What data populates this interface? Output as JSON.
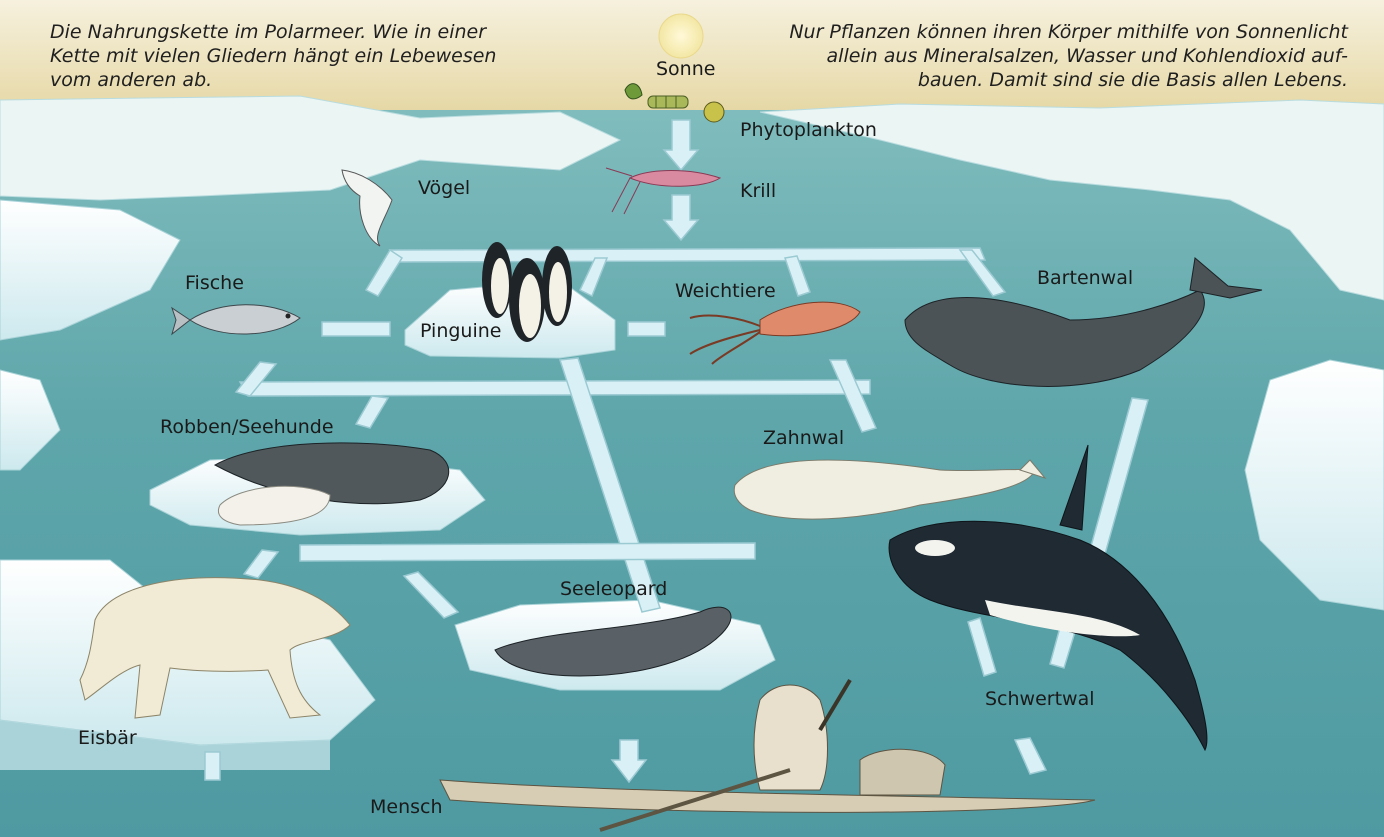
{
  "caption_left": {
    "line1": "Die Nahrungskette im Polarmeer. Wie in einer",
    "line2": "Kette mit vielen Gliedern hängt ein Lebewesen",
    "line3": "vom anderen ab."
  },
  "caption_right": {
    "line1": "Nur Pflanzen können ihren Körper mithilfe von Sonnenlicht",
    "line2": "allein aus Mineralsalzen, Wasser und Kohlendioxid auf-",
    "line3": "bauen. Damit sind sie die Basis allen Lebens."
  },
  "labels": {
    "sonne": "Sonne",
    "phytoplankton": "Phytoplankton",
    "krill": "Krill",
    "voegel": "Vögel",
    "fische": "Fische",
    "pinguine": "Pinguine",
    "weichtiere": "Weichtiere",
    "bartenwal": "Bartenwal",
    "robben": "Robben/Seehunde",
    "zahnwal": "Zahnwal",
    "seeleopard": "Seeleopard",
    "eisbaer": "Eisbär",
    "schwertwal": "Schwertwal",
    "mensch": "Mensch"
  },
  "colors": {
    "sea": "#5fa8ad",
    "sky": "#efe3b6",
    "ice": "#e9f6f8",
    "connector": "#d8f0f5"
  },
  "icons": [
    "sun-icon",
    "phytoplankton-icon",
    "krill-icon",
    "bird-icon",
    "fish-icon",
    "penguin-icon",
    "squid-icon",
    "baleen-whale-icon",
    "seal-icon",
    "beluga-icon",
    "leopard-seal-icon",
    "polar-bear-icon",
    "orca-icon",
    "kayak-hunter-icon"
  ]
}
